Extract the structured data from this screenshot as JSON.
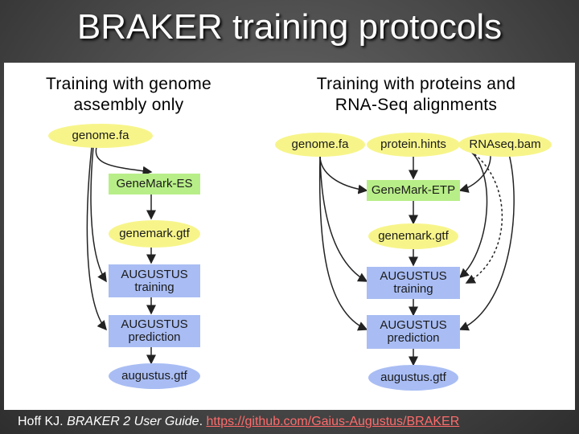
{
  "title": "BRAKER training protocols",
  "left": {
    "caption": "Training with genome assembly only",
    "nodes": {
      "genome": "genome.fa",
      "genemark_es": "GeneMark-ES",
      "genemark_gtf": "genemark.gtf",
      "augustus_training_1": "AUGUSTUS",
      "augustus_training_2": "training",
      "augustus_prediction_1": "AUGUSTUS",
      "augustus_prediction_2": "prediction",
      "augustus_gtf": "augustus.gtf"
    }
  },
  "right": {
    "caption": "Training with proteins and RNA-Seq alignments",
    "nodes": {
      "genome": "genome.fa",
      "protein_hints": "protein.hints",
      "rnaseq": "RNAseq.bam",
      "genemark_etp": "GeneMark-ETP",
      "genemark_gtf": "genemark.gtf",
      "augustus_training_1": "AUGUSTUS",
      "augustus_training_2": "training",
      "augustus_prediction_1": "AUGUSTUS",
      "augustus_prediction_2": "prediction",
      "augustus_gtf": "augustus.gtf"
    }
  },
  "footer": {
    "author": "Hoff KJ. ",
    "guide": "BRAKER 2 User Guide",
    "sep": ". ",
    "link": "https://github.com/Gaius-Augustus/BRAKER"
  },
  "colors": {
    "file_ellipse": "#f7f58a",
    "output_ellipse": "#a9bdf4",
    "genemark_box": "#b8ee88",
    "augustus_box": "#a9bdf4",
    "link": "#ff6b6b"
  }
}
